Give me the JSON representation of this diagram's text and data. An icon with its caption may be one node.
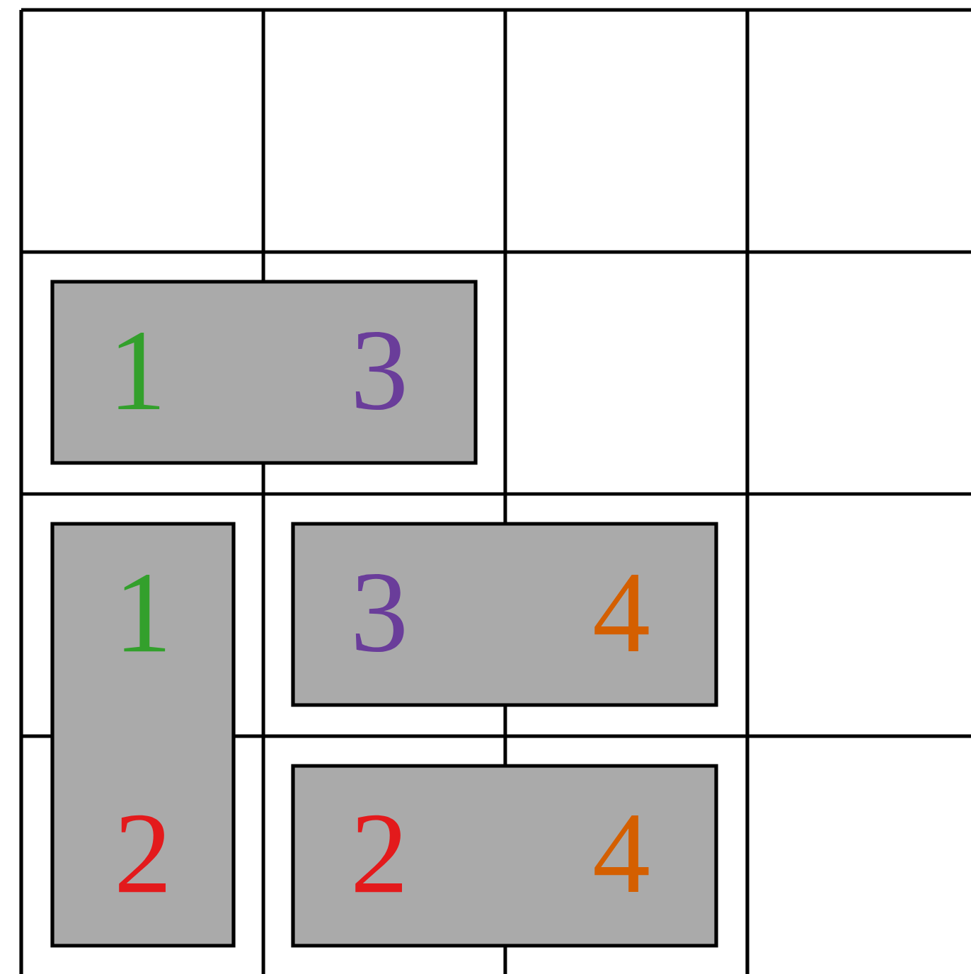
{
  "diagram": {
    "nodes": [
      {
        "text": [
          "1",
          "3"
        ]
      },
      {
        "text": [
          "1",
          "2"
        ]
      },
      {
        "text": [
          "3",
          "4"
        ]
      },
      {
        "text": [
          "2",
          "4"
        ]
      }
    ]
  }
}
